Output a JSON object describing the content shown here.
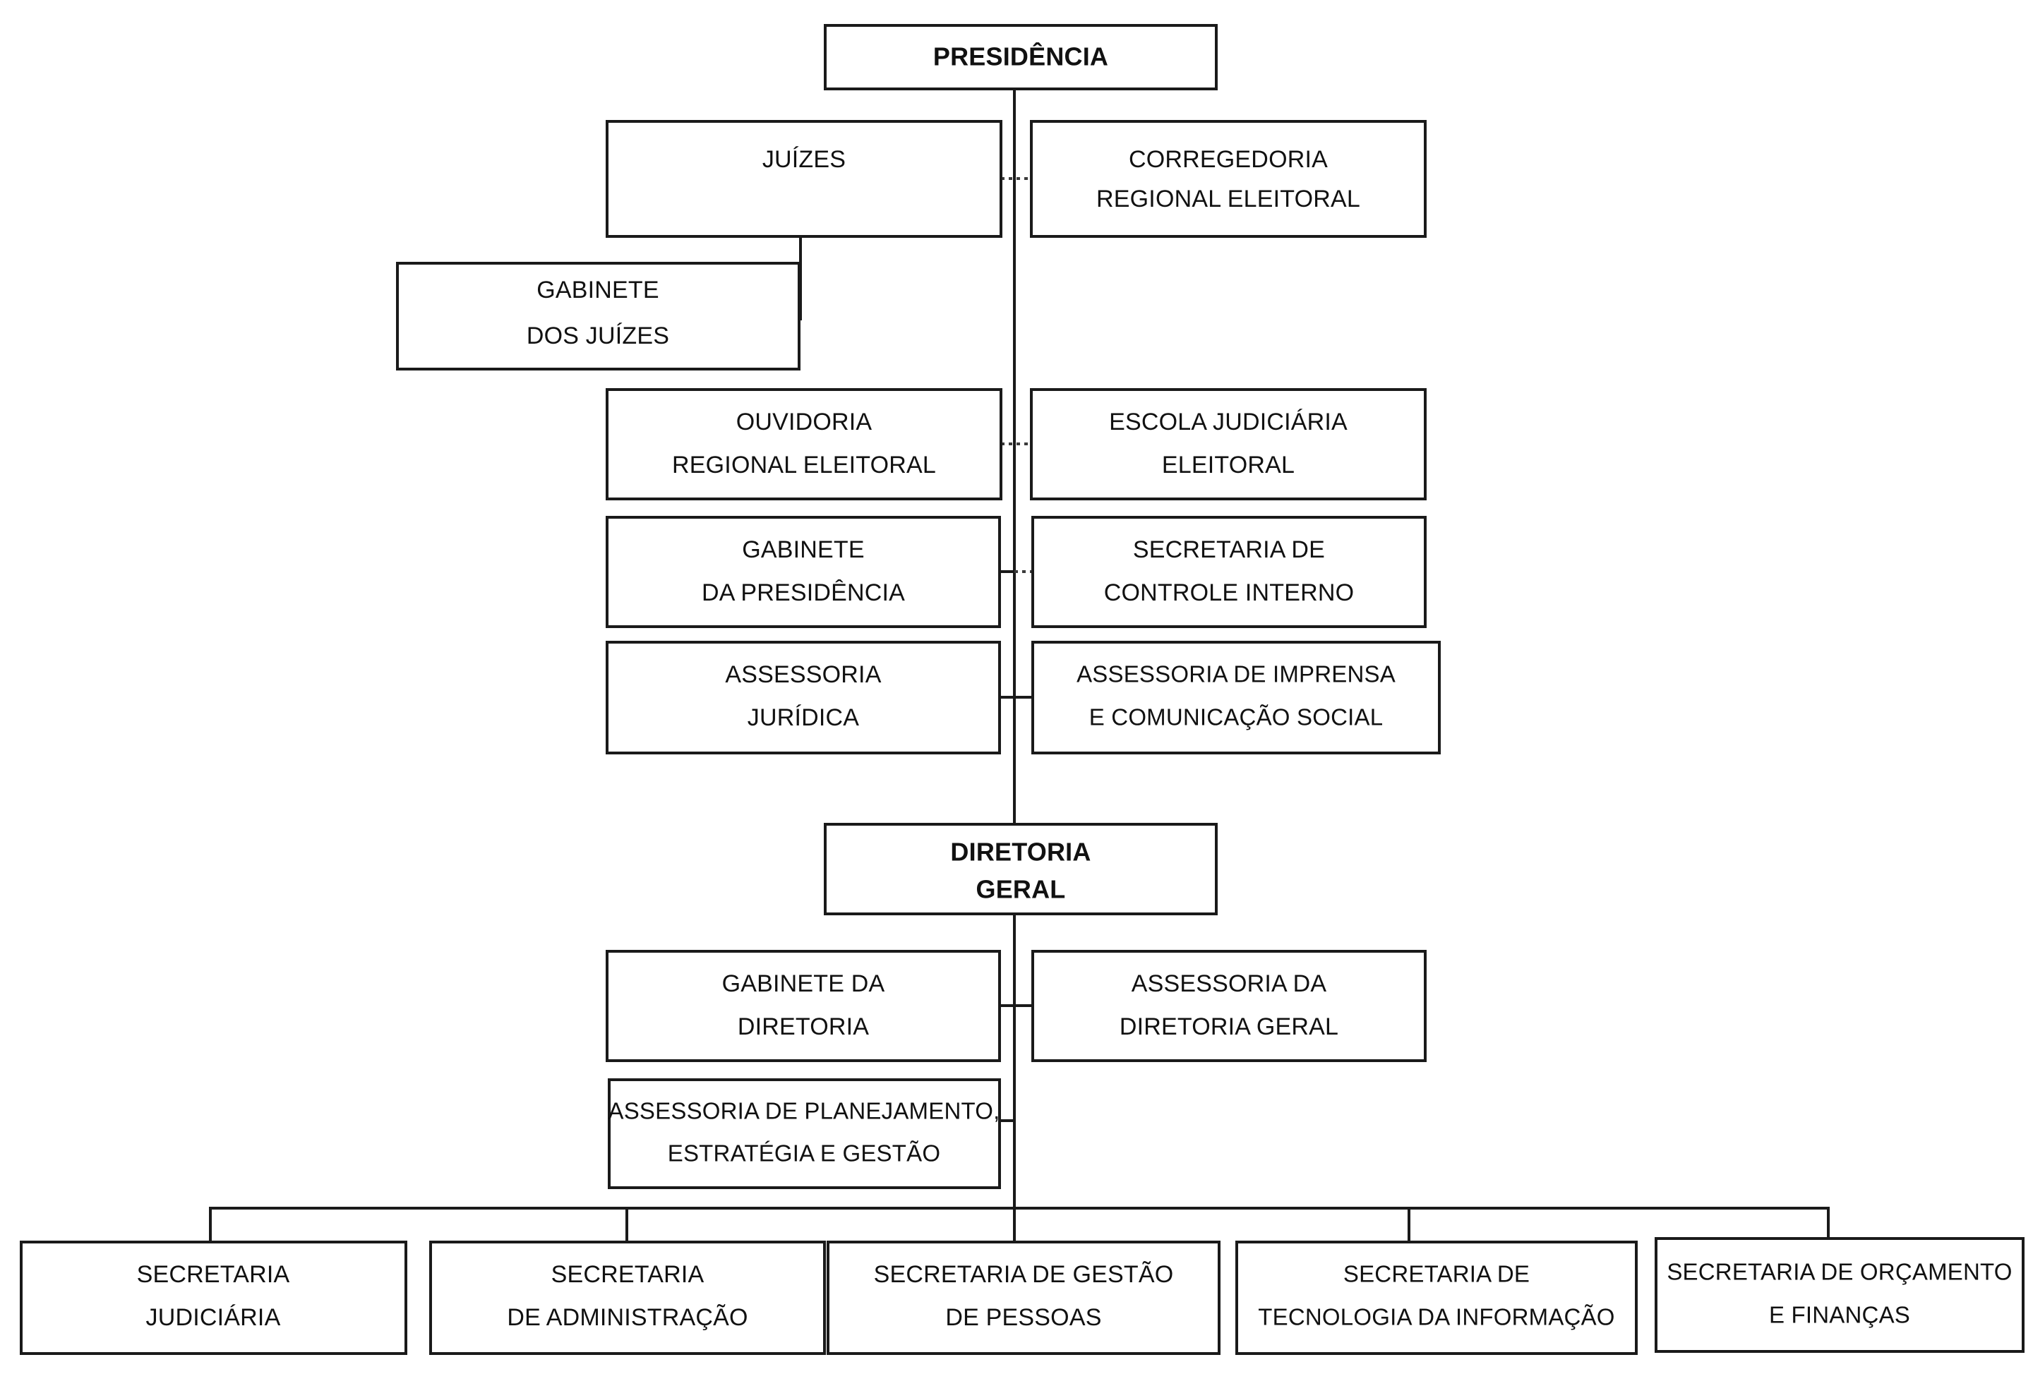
{
  "document": {
    "type": "organizational-chart",
    "language": "pt-BR",
    "background_color": "#ffffff",
    "line_color": "#1a1a1a",
    "text_color": "#111111"
  },
  "nodes": {
    "presidencia": {
      "line1": "PRESIDÊNCIA",
      "line2": "",
      "bold": true
    },
    "juizes": {
      "line1": "JUÍZES",
      "line2": "",
      "bold": false
    },
    "corregedoria": {
      "line1": "CORREGEDORIA",
      "line2": "REGIONAL ELEITORAL",
      "bold": false
    },
    "gabinete_juizes": {
      "line1": "GABINETE",
      "line2": "DOS JUÍZES",
      "bold": false
    },
    "ouvidoria": {
      "line1": "OUVIDORIA",
      "line2": "REGIONAL ELEITORAL",
      "bold": false
    },
    "escola_judiciaria": {
      "line1": "ESCOLA JUDICIÁRIA",
      "line2": "ELEITORAL",
      "bold": false
    },
    "gabinete_presidencia": {
      "line1": "GABINETE",
      "line2": "DA PRESIDÊNCIA",
      "bold": false
    },
    "controle_interno": {
      "line1": "SECRETARIA DE",
      "line2": "CONTROLE INTERNO",
      "bold": false
    },
    "assessoria_juridica": {
      "line1": "ASSESSORIA",
      "line2": "JURÍDICA",
      "bold": false
    },
    "assessoria_imprensa": {
      "line1": "ASSESSORIA DE IMPRENSA",
      "line2": "E COMUNICAÇÃO SOCIAL",
      "bold": false
    },
    "diretoria_geral": {
      "line1": "DIRETORIA",
      "line2": "GERAL",
      "bold": true
    },
    "gabinete_diretoria": {
      "line1": "GABINETE DA",
      "line2": "DIRETORIA",
      "bold": false
    },
    "assessoria_diretoria_geral": {
      "line1": "ASSESSORIA DA",
      "line2": "DIRETORIA GERAL",
      "bold": false
    },
    "assessoria_planejamento": {
      "line1": "ASSESSORIA DE PLANEJAMENTO,",
      "line2": "ESTRATÉGIA E GESTÃO",
      "bold": false
    },
    "secretaria_judiciaria": {
      "line1": "SECRETARIA",
      "line2": "JUDICIÁRIA",
      "bold": false
    },
    "secretaria_administracao": {
      "line1": "SECRETARIA",
      "line2": "DE ADMINISTRAÇÃO",
      "bold": false
    },
    "secretaria_gestao_pessoas": {
      "line1": "SECRETARIA DE GESTÃO",
      "line2": "DE PESSOAS",
      "bold": false
    },
    "secretaria_tecnologia": {
      "line1": "SECRETARIA DE",
      "line2": "TECNOLOGIA DA INFORMAÇÃO",
      "bold": false
    },
    "secretaria_orcamento": {
      "line1": "SECRETARIA DE ORÇAMENTO",
      "line2": "E FINANÇAS",
      "bold": false
    }
  },
  "hierarchy": {
    "root": "PRESIDÊNCIA",
    "staff_left": [
      "JUÍZES",
      "OUVIDORIA REGIONAL ELEITORAL",
      "GABINETE DA PRESIDÊNCIA",
      "ASSESSORIA JURÍDICA"
    ],
    "staff_right": [
      "CORREGEDORIA REGIONAL ELEITORAL",
      "ESCOLA JUDICIÁRIA ELEITORAL",
      "SECRETARIA DE CONTROLE INTERNO",
      "ASSESSORIA DE IMPRENSA E COMUNICAÇÃO SOCIAL"
    ],
    "juizes_child": "GABINETE DOS JUÍZES",
    "second_root": "DIRETORIA GERAL",
    "dg_staff_left": [
      "GABINETE DA DIRETORIA",
      "ASSESSORIA DE PLANEJAMENTO, ESTRATÉGIA E GESTÃO"
    ],
    "dg_staff_right": [
      "ASSESSORIA DA DIRETORIA GERAL"
    ],
    "dg_children": [
      "SECRETARIA JUDICIÁRIA",
      "SECRETARIA DE ADMINISTRAÇÃO",
      "SECRETARIA DE GESTÃO DE PESSOAS",
      "SECRETARIA DE TECNOLOGIA DA INFORMAÇÃO",
      "SECRETARIA DE ORÇAMENTO E FINANÇAS"
    ]
  }
}
